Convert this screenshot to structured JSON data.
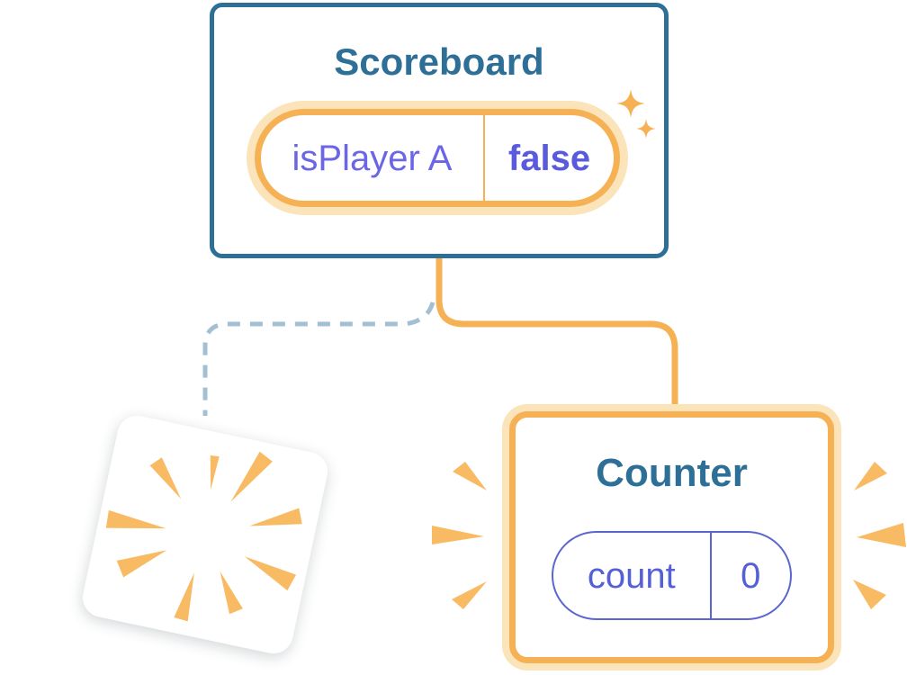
{
  "diagram": {
    "description": "React component tree state diagram",
    "background": "#FFFFFF",
    "colors": {
      "card_border_blue": "#2E6F97",
      "title_blue": "#2E6F97",
      "accent_orange": "#F6B155",
      "orange_halo": "#FBE3BA",
      "state_name_purple": "#6B66E6",
      "state_value_purple": "#5A5BDC",
      "counter_pill_purple": "#5560D6",
      "counter_pill_border": "#5B67CE",
      "dashed_line_blue": "#A3BFD3"
    },
    "scoreboard": {
      "title": "Scoreboard",
      "state": {
        "name": "isPlayer A",
        "value": "false"
      }
    },
    "counter": {
      "title": "Counter",
      "state": {
        "name": "count",
        "value": "0"
      }
    },
    "removed_component": {
      "icon": "poof-burst-icon"
    },
    "icons": {
      "sparkles": "sparkles-icon",
      "emphasis_left": "emphasis-marks-left-icon",
      "emphasis_right": "emphasis-marks-right-icon"
    }
  }
}
